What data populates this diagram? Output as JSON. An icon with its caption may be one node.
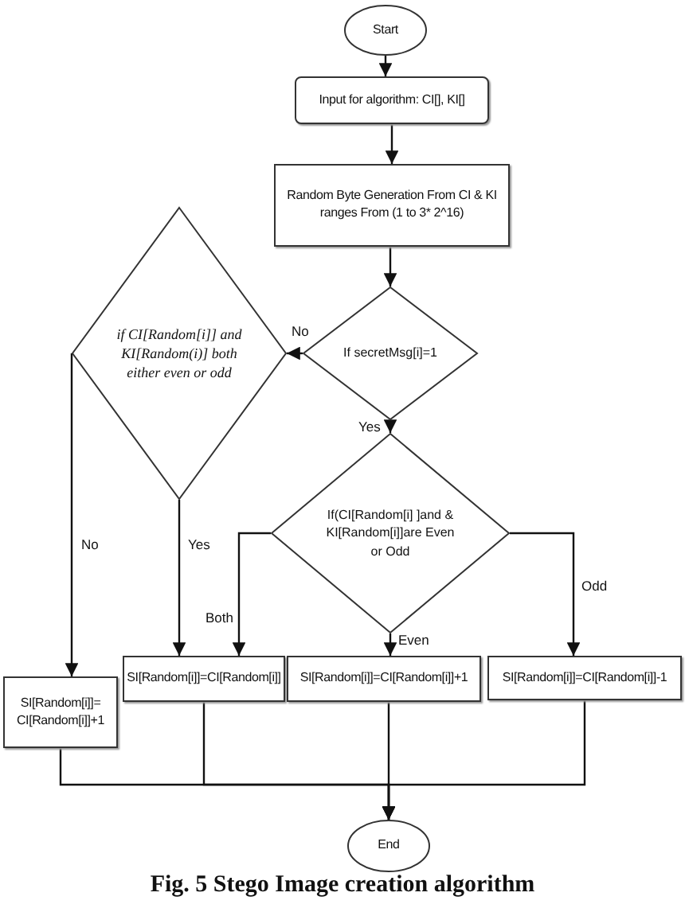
{
  "diagram": {
    "caption": "Fig. 5 Stego Image creation algorithm",
    "nodes": [
      {
        "text": [
          "Start"
        ]
      },
      {
        "text": [
          "Input for algorithm: CI[], KI[]"
        ]
      },
      {
        "text": [
          "Random Byte Generation From CI & KI ranges From (1 to 3* 2^16)"
        ]
      },
      {
        "text": [
          "If secretMsg[i]=1"
        ]
      },
      {
        "text": [
          "if CI[Random[i]] and KI[Random(i)] both either even or odd"
        ]
      },
      {
        "text": [
          "SI[Random[i]]= CI[Random[i]]+1"
        ]
      },
      {
        "text": [
          "If(CI[Random[i] ]and & KI[Random[i]]are Even or Odd"
        ]
      },
      {
        "text": [
          "SI[Random[i]]=CI[Random[i]]"
        ]
      },
      {
        "text": [
          "SI[Random[i]]=CI[Random[i]]+1"
        ]
      },
      {
        "text": [
          "SI[Random[i]]=CI[Random[i]]-1"
        ]
      },
      {
        "text": [
          "End"
        ]
      }
    ],
    "edges": [
      {
        "from": 0,
        "to": 1,
        "arrow": "to"
      },
      {
        "from": 1,
        "to": 2,
        "arrow": "to"
      },
      {
        "from": 2,
        "to": 3,
        "arrow": "to"
      },
      {
        "from": 3,
        "to": 4,
        "arrow": "to",
        "label": "No"
      },
      {
        "from": 3,
        "to": 6,
        "arrow": "to",
        "label": "Yes"
      },
      {
        "from": 4,
        "to": 5,
        "arrow": "to",
        "label": "No"
      },
      {
        "from": 4,
        "to": 7,
        "arrow": "to",
        "label": "Yes"
      },
      {
        "from": 6,
        "to": 7,
        "arrow": "to",
        "label": "Both"
      },
      {
        "from": 6,
        "to": 8,
        "arrow": "to",
        "label": "Even"
      },
      {
        "from": 6,
        "to": 9,
        "arrow": "to",
        "label": "Odd"
      },
      {
        "from": 5,
        "to": 10,
        "arrow": "to"
      },
      {
        "from": 7,
        "to": 10,
        "arrow": "to"
      },
      {
        "from": 8,
        "to": 10,
        "arrow": "to"
      },
      {
        "from": 9,
        "to": 10,
        "arrow": "to"
      }
    ]
  }
}
